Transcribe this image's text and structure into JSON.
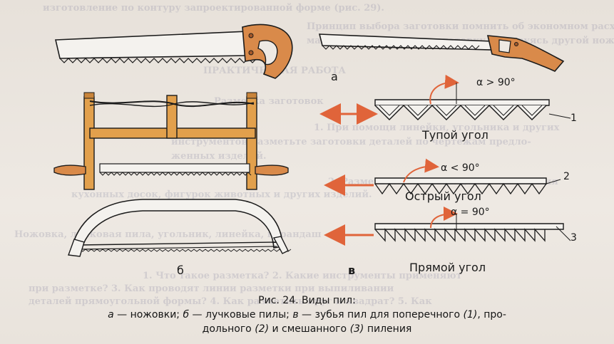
{
  "labels": {
    "a": "а",
    "b": "б",
    "v": "в",
    "tooth_1_num": "1",
    "tooth_2_num": "2",
    "tooth_3_num": "3",
    "angle_obtuse": "α > 90°",
    "angle_acute": "α < 90°",
    "angle_right": "α = 90°",
    "obtuse_label": "Тупой угол",
    "acute_label": "Острый угол",
    "right_label": "Прямой угол"
  },
  "caption": {
    "title": "Рис. 24. Виды пил:",
    "line1_a": "а",
    "line1_a_text": " — ножовки; ",
    "line1_b": "б",
    "line1_b_text": " — лучковые пилы; ",
    "line1_v": "в",
    "line1_v_text": " — зубья пил для поперечного ",
    "line1_n1": "(1)",
    "line1_end": ", про-",
    "line2_start": "дольного ",
    "line2_n2": "(2)",
    "line2_mid": " и смешанного ",
    "line2_n3": "(3)",
    "line2_end": " пиления"
  },
  "bleed_text": [
    "изготовление по контуру запроектированной форме (рис. 29).",
    "Принцип выбора заготовки помнить об экономном расходовании",
    "материала. Вырежьте заготовку, пользуясь другой ножовкой.",
    "ПРАКТИЧЕСКАЯ РАБОТА",
    "Разметка заготовок",
    "1. При помощи линейки, угольника и других",
    "инструментов разметьте заготовки деталей по чертежам предло-",
    "женных изделий.",
    "2. Разметьте заготовки для выпиливания",
    "кухонных досок, фигурок животных и других изделий.",
    "Ножовка, лучковая пила, угольник, линейка, карандаш",
    "1. Что такое разметка? 2. Какие инструменты применяют",
    "при разметке? 3. Как проводят линии разметки при выпиливании",
    "деталей прямоугольной формы? 4. Как разметить круг и квадрат? 5. Как"
  ],
  "colors": {
    "handle": "#d98a4a",
    "handle_dark": "#a4582a",
    "metal": "#f4f2ee",
    "arrow": "#e0643a",
    "wood": "#e2a04c",
    "ink": "#1b1b1b"
  }
}
